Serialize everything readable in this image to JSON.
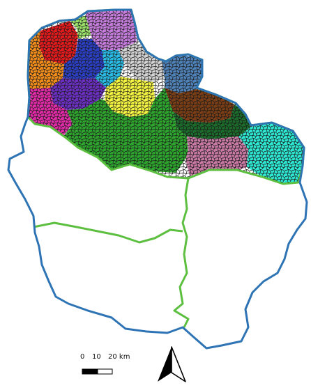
{
  "scale_bar": {
    "labels": [
      "0",
      "10",
      "20 km"
    ]
  },
  "north_arrow": {
    "icon": "north-arrow-icon"
  },
  "colors": {
    "outer_boundary": "#2e74b5",
    "inner_boundary": "#5cbf3f",
    "commune_lines": "#1a1a1a",
    "zones": {
      "red": "#e31a1c",
      "orange": "#f28c1b",
      "light_green": "#9be36a",
      "violet": "#c77dde",
      "blue": "#2a3fc4",
      "sky": "#29bde8",
      "light_grey": "#d4d4d4",
      "purple": "#6b2fc2",
      "magenta": "#e02aa6",
      "yellow": "#f5f542",
      "steel_blue": "#4f82b8",
      "brown": "#7a3e16",
      "dark_green": "#1b6b2a",
      "green": "#2ea62e",
      "pink": "#c97aa4",
      "cyan": "#2de8d2"
    }
  }
}
